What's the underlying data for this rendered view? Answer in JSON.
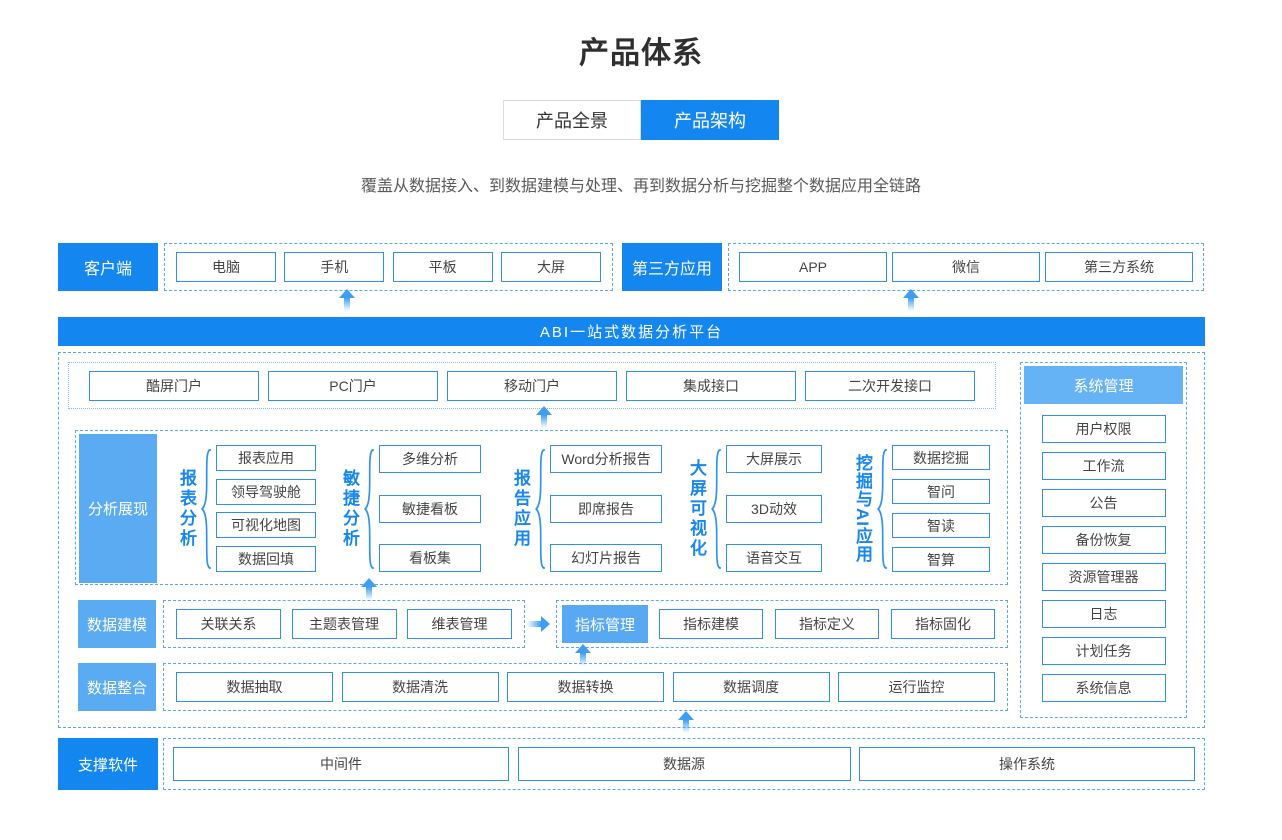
{
  "page": {
    "title": "产品体系",
    "subtitle": "覆盖从数据接入、到数据建模与处理、再到数据分析与挖掘整个数据应用全链路"
  },
  "tabs": [
    {
      "label": "产品全景",
      "active": false
    },
    {
      "label": "产品架构",
      "active": true
    }
  ],
  "clients": {
    "label": "客户端",
    "items": [
      "电脑",
      "手机",
      "平板",
      "大屏"
    ]
  },
  "third_party": {
    "label": "第三方应用",
    "items": [
      "APP",
      "微信",
      "第三方系统"
    ]
  },
  "platform": {
    "banner": "ABI一站式数据分析平台",
    "portals": [
      "酷屏门户",
      "PC门户",
      "移动门户",
      "集成接口",
      "二次开发接口"
    ],
    "analysis": {
      "label": "分析展现",
      "groups": [
        {
          "name": "报表分析",
          "items": [
            "报表应用",
            "领导驾驶舱",
            "可视化地图",
            "数据回填"
          ]
        },
        {
          "name": "敏捷分析",
          "items": [
            "多维分析",
            "敏捷看板",
            "看板集"
          ]
        },
        {
          "name": "报告应用",
          "items": [
            "Word分析报告",
            "即席报告",
            "幻灯片报告"
          ]
        },
        {
          "name": "大屏可视化",
          "items": [
            "大屏展示",
            "3D动效",
            "语音交互"
          ]
        },
        {
          "name": "挖掘与AI应用",
          "items": [
            "数据挖掘",
            "智问",
            "智读",
            "智算"
          ]
        }
      ]
    },
    "modeling": {
      "label": "数据建模",
      "items": [
        "关联关系",
        "主题表管理",
        "维表管理"
      ],
      "indicator_label": "指标管理",
      "indicator_items": [
        "指标建模",
        "指标定义",
        "指标固化"
      ]
    },
    "integration": {
      "label": "数据整合",
      "items": [
        "数据抽取",
        "数据清洗",
        "数据转换",
        "数据调度",
        "运行监控"
      ]
    },
    "system": {
      "label": "系统管理",
      "items": [
        "用户权限",
        "工作流",
        "公告",
        "备份恢复",
        "资源管理器",
        "日志",
        "计划任务",
        "系统信息"
      ]
    }
  },
  "support": {
    "label": "支撑软件",
    "items": [
      "中间件",
      "数据源",
      "操作系统"
    ]
  },
  "colors": {
    "accent_blue": "#1486f0",
    "light_blue_label": "#5babf3",
    "indicator_blue": "#58a9f2",
    "system_header_blue": "#65b2f5",
    "node_border_blue": "#2e8ff0",
    "dashed_border_blue": "#58a8f2",
    "arrow_blue": "#3f9ef4",
    "group_label_blue": "#1787f0",
    "title_text": "#2f2f2f",
    "subtitle_text": "#595959"
  }
}
